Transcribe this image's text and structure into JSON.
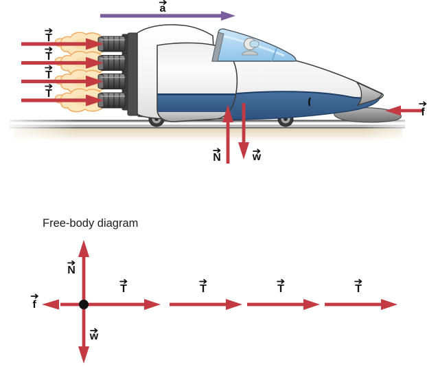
{
  "figure": {
    "description": "Rocket sled on a rail with force vectors and corresponding free-body diagram",
    "background": "#ffffff"
  },
  "colors": {
    "force_arrow_red": "#c43a42",
    "acceleration_purple": "#7b5c9d",
    "label_color": "#111111",
    "sled_hull_blue": "#3c6499",
    "flame_fill": "#fbe6bd",
    "flame_outline": "#f0a95d"
  },
  "sled_diagram": {
    "acceleration": {
      "label": "a"
    },
    "thrust_forces": [
      {
        "label": "T"
      },
      {
        "label": "T"
      },
      {
        "label": "T"
      },
      {
        "label": "T"
      }
    ],
    "friction": {
      "label": "f"
    },
    "normal_force": {
      "label": "N"
    },
    "weight": {
      "label": "w"
    }
  },
  "free_body_diagram": {
    "title": "Free-body diagram",
    "normal_force": {
      "label": "N"
    },
    "weight": {
      "label": "w"
    },
    "friction": {
      "label": "f"
    },
    "thrust_forces": [
      {
        "label": "T"
      },
      {
        "label": "T"
      },
      {
        "label": "T"
      },
      {
        "label": "T"
      }
    ]
  }
}
